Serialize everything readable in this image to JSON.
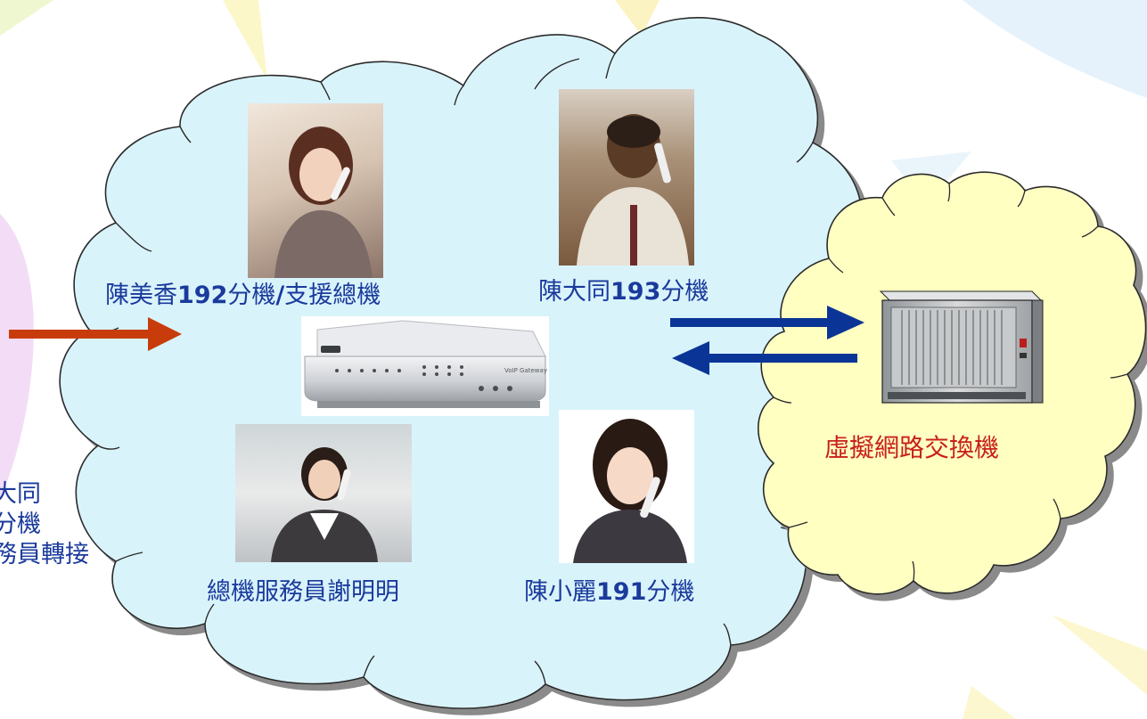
{
  "labels": {
    "chen_meixiang": {
      "name": "陳美香",
      "ext": "192",
      "suffix": "分機",
      "slash": "/",
      "role": "支援總機"
    },
    "chen_datong": {
      "name": "陳大同",
      "ext": "193",
      "suffix": "分機"
    },
    "operator": {
      "text": "總機服務員謝明明"
    },
    "chen_xiaoli": {
      "name": "陳小麗",
      "ext": "191",
      "suffix": "分機"
    },
    "virtual_switch": {
      "text": "虛擬網路交換機"
    }
  },
  "left_partial_text": {
    "line1": "大同",
    "line2": "分機",
    "line3": "務員轉接"
  },
  "colors": {
    "label_blue": "#1a3a9c",
    "switch_label_red": "#c8201c",
    "cloud_main": "#d9f3fb",
    "cloud_right": "#ffffc2",
    "arrow_red": "#c83c0c",
    "arrow_blue": "#0a3596"
  },
  "icons": {
    "gateway": "voip-gateway-device-icon",
    "switch": "network-switch-rack-icon"
  },
  "device_text": {
    "gateway_brand": "VoIP Gateway"
  }
}
